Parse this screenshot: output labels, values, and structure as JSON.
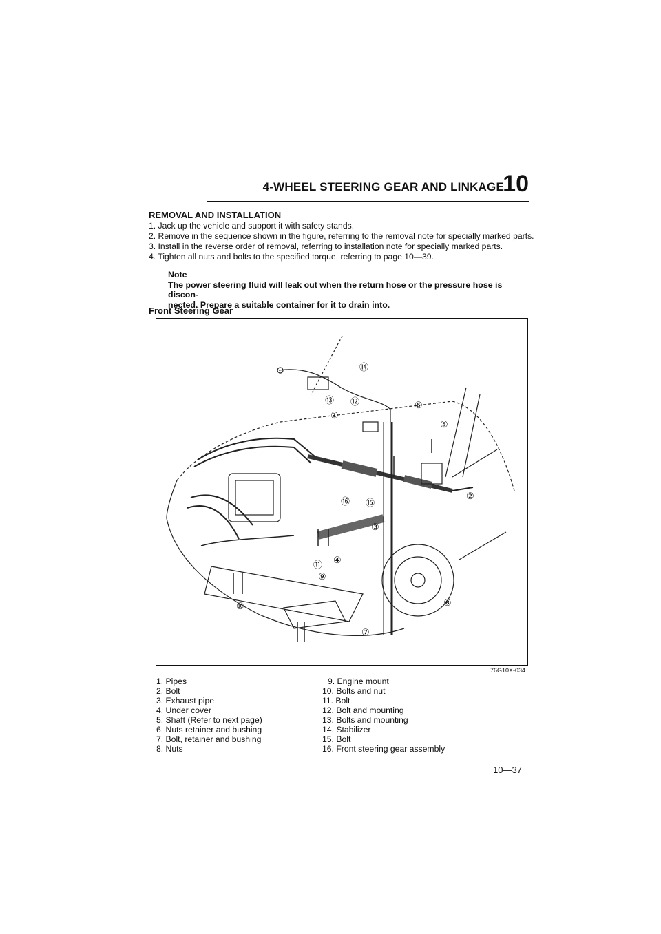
{
  "header": {
    "title": "4-WHEEL STEERING GEAR AND LINKAGE",
    "chapter": "10"
  },
  "section": {
    "title": "REMOVAL AND INSTALLATION",
    "steps": [
      "1. Jack up the vehicle and support it with safety stands.",
      "2. Remove in the sequence shown in the figure, referring to the removal note for specially marked parts.",
      "3. Install in the reverse order of removal, referring to installation note for specially marked parts.",
      "4. Tighten all nuts and bolts to the specified torque, referring to page 10—39."
    ],
    "note_label": "Note",
    "note_line1": "The power steering fluid will leak out when the return hose or the pressure hose is discon-",
    "note_line2": "nected. Prepare a suitable container for it to drain into."
  },
  "figure": {
    "title": "Front Steering Gear",
    "code": "76G10X-034",
    "callouts": [
      "①",
      "②",
      "③",
      "④",
      "⑤",
      "⑥",
      "⑦",
      "⑧",
      "⑨",
      "⑩",
      "⑪",
      "⑫",
      "⑬",
      "⑭",
      "⑮",
      "⑯"
    ]
  },
  "legend": {
    "left": [
      "1. Pipes",
      "2. Bolt",
      "3. Exhaust pipe",
      "4. Under cover",
      "5. Shaft (Refer to next page)",
      "6. Nuts retainer and bushing",
      "7. Bolt, retainer and bushing",
      "8. Nuts"
    ],
    "right": [
      "9. Engine mount",
      "10. Bolts and nut",
      "11. Bolt",
      "12. Bolt and mounting",
      "13. Bolts and mounting",
      "14. Stabilizer",
      "15. Bolt",
      "16. Front steering gear assembly"
    ]
  },
  "page_number": "10—37"
}
